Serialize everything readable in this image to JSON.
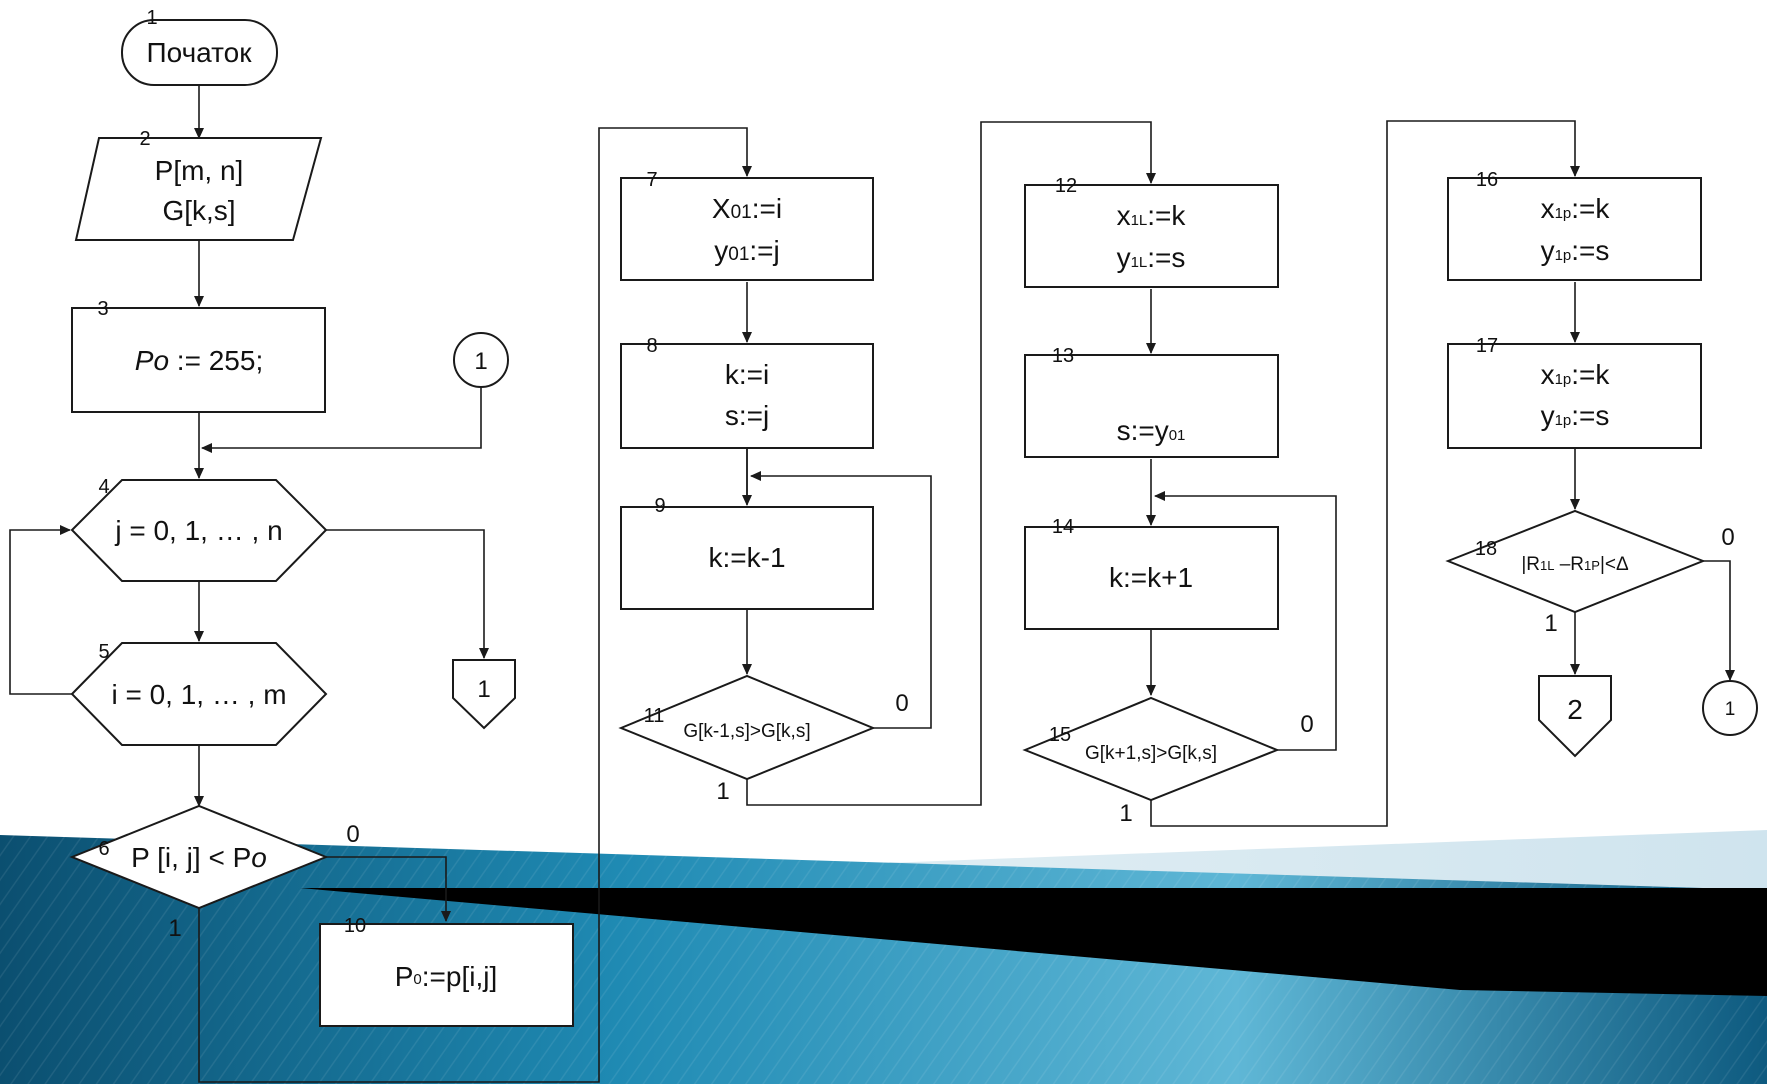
{
  "colors": {
    "band_dark": "#0b4f70",
    "band_mid": "#1f8ab3",
    "band_light": "#7cc6df",
    "band_black": "#000000",
    "band_pale": "#cfe4ee"
  },
  "blocks": {
    "b1": {
      "num": "1",
      "text": "Початок"
    },
    "b2": {
      "num": "2",
      "line1": "P[m, n]",
      "line2": "G[k,s]"
    },
    "b3": {
      "num": "3",
      "text_italic": "Po",
      "text_rest": " := 255;"
    },
    "b4": {
      "num": "4",
      "text": "j = 0, 1, … , n"
    },
    "b5": {
      "num": "5",
      "text": "i = 0, 1, … , m"
    },
    "b6": {
      "num": "6",
      "text_a": "P [i, j] < P",
      "text_b": "o"
    },
    "b7": {
      "num": "7",
      "l1a": "X",
      "l1s": "01",
      "l1b": ":=i",
      "l2a": "y",
      "l2s": "01",
      "l2b": ":=j"
    },
    "b8": {
      "num": "8",
      "line1": "k:=i",
      "line2": "s:=j"
    },
    "b9": {
      "num": "9",
      "text": "k:=k-1"
    },
    "b10": {
      "num": "10",
      "ta": "P",
      "ts": "0",
      "tb": ":=p[i,j]"
    },
    "b11": {
      "num": "11",
      "text": "G[k-1,s]>G[k,s]"
    },
    "b12": {
      "num": "12",
      "l1a": "x",
      "l1s": "1L",
      "l1b": ":=k",
      "l2a": "y",
      "l2s": "1L",
      "l2b": ":=s"
    },
    "b13": {
      "num": "13",
      "ta": "s:=y",
      "ts": "01"
    },
    "b14": {
      "num": "14",
      "text": "k:=k+1"
    },
    "b15": {
      "num": "15",
      "text": "G[k+1,s]>G[k,s]"
    },
    "b16": {
      "num": "16",
      "l1a": "x",
      "l1s": "1p",
      "l1b": ":=k",
      "l2a": "y",
      "l2s": "1p",
      "l2b": ":=s"
    },
    "b17": {
      "num": "17",
      "l1a": "x",
      "l1s": "1p",
      "l1b": ":=k",
      "l2a": "y",
      "l2s": "1p",
      "l2b": ":=s"
    },
    "b18": {
      "num": "18",
      "ta": "|R",
      "ts1": "1L",
      "tb": " –R",
      "ts2": "1P",
      "tc": "|<Δ"
    }
  },
  "connectors": {
    "c_top": "1",
    "c_off1": "1",
    "c_off2": "2",
    "c_right": "1"
  },
  "branch_labels": {
    "b6_no": "0",
    "b6_yes": "1",
    "b11_no": "0",
    "b11_yes": "1",
    "b15_no": "0",
    "b15_yes": "1",
    "b18_no": "0",
    "b18_yes": "1"
  }
}
